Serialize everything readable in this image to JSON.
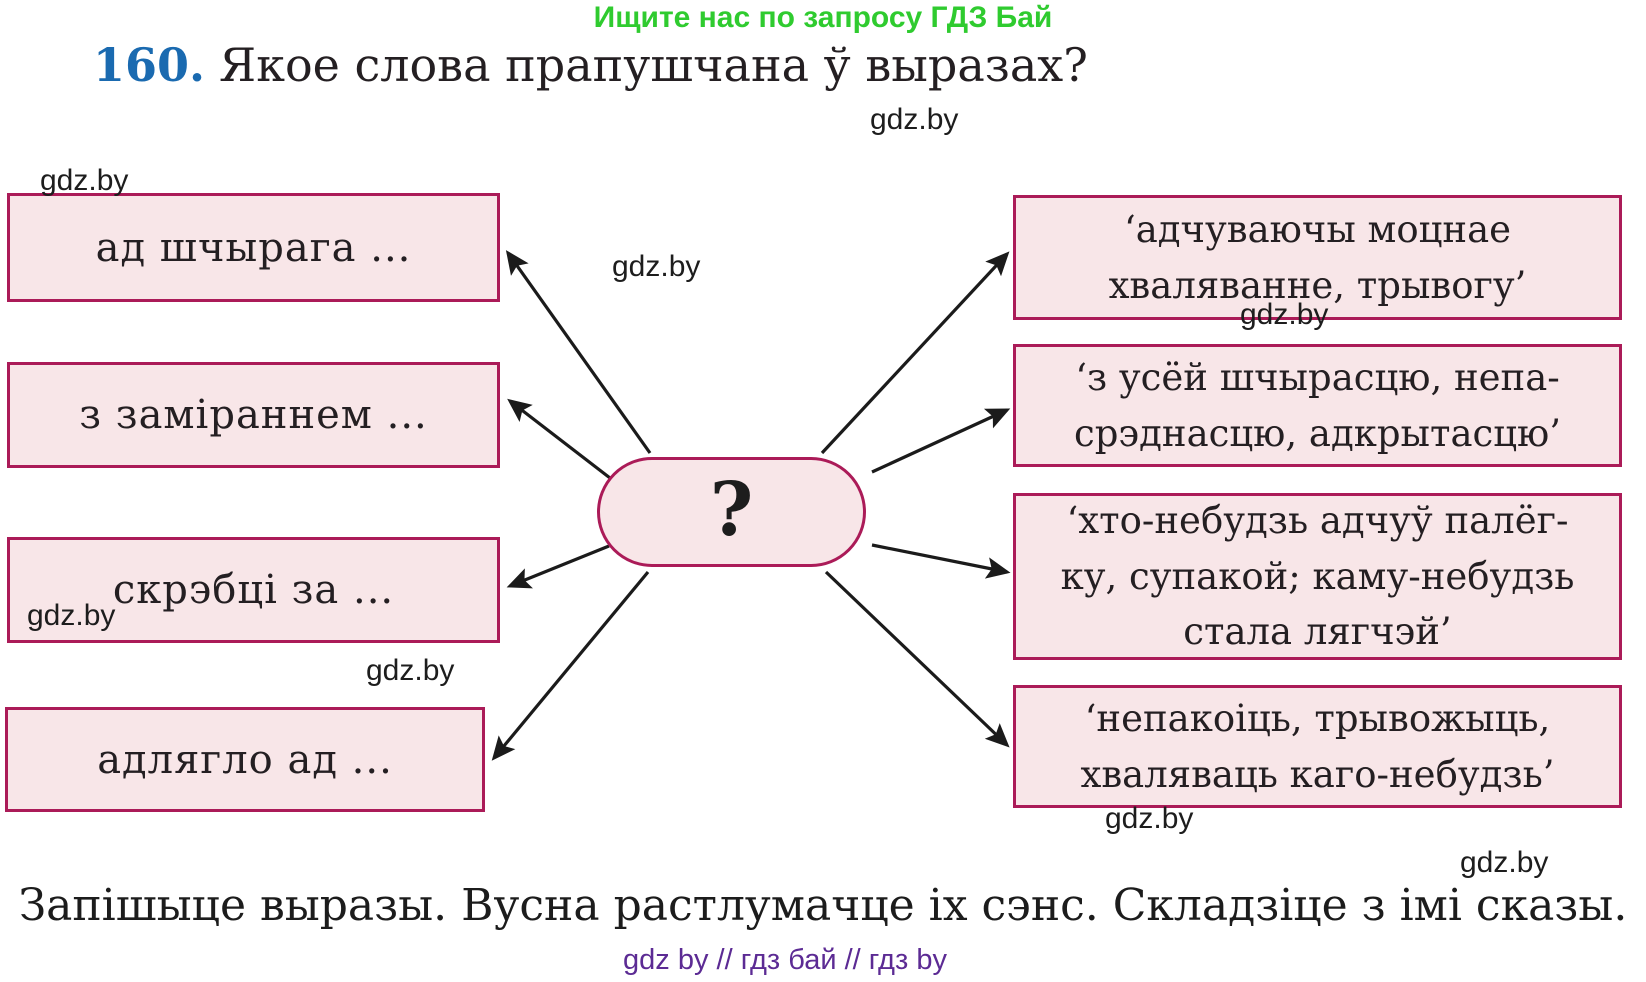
{
  "theme": {
    "box_fill": "#f8e6e8",
    "box_border": "#ab1b58",
    "arrow_color": "#1b1b1b",
    "promo_green": "#2fcb2f",
    "promo_purple": "#5c2b94",
    "number_blue": "#1a6ab0",
    "text_dark": "#241f22",
    "watermark_dark": "#1d1d1d"
  },
  "header": {
    "promo_text": "Ищите нас по запросу ГДЗ Бай",
    "exercise_number": "160.",
    "title": "Якое слова прапушчана ў выразах?"
  },
  "watermark": {
    "text": "gdz.by"
  },
  "diagram": {
    "center": {
      "label": "?"
    },
    "left_boxes": [
      {
        "text": "ад шчырага ..."
      },
      {
        "text": "з заміраннем ..."
      },
      {
        "text": "скрэбці за ..."
      },
      {
        "text": "адлягло ад ..."
      }
    ],
    "right_boxes": [
      {
        "lines": [
          "‘адчуваючы моцнае",
          "хваляванне, трывогу’"
        ]
      },
      {
        "lines": [
          "‘з усёй шчырасцю, непа-",
          "срэднасцю, адкрытасцю’"
        ]
      },
      {
        "lines": [
          "‘хто-небудзь адчуў палёг-",
          "ку, супакой; каму-небудзь",
          "стала лягчэй’"
        ]
      },
      {
        "lines": [
          "‘непакоіць, трывожыць,",
          "хваляваць каго-небудзь’"
        ]
      }
    ]
  },
  "footer": {
    "instruction": "Запішыце выразы. Вусна растлумачце іх сэнс. Складзіце з імі сказы.",
    "promo_text": "gdz by  //  гдз бай  //  гдз by"
  }
}
